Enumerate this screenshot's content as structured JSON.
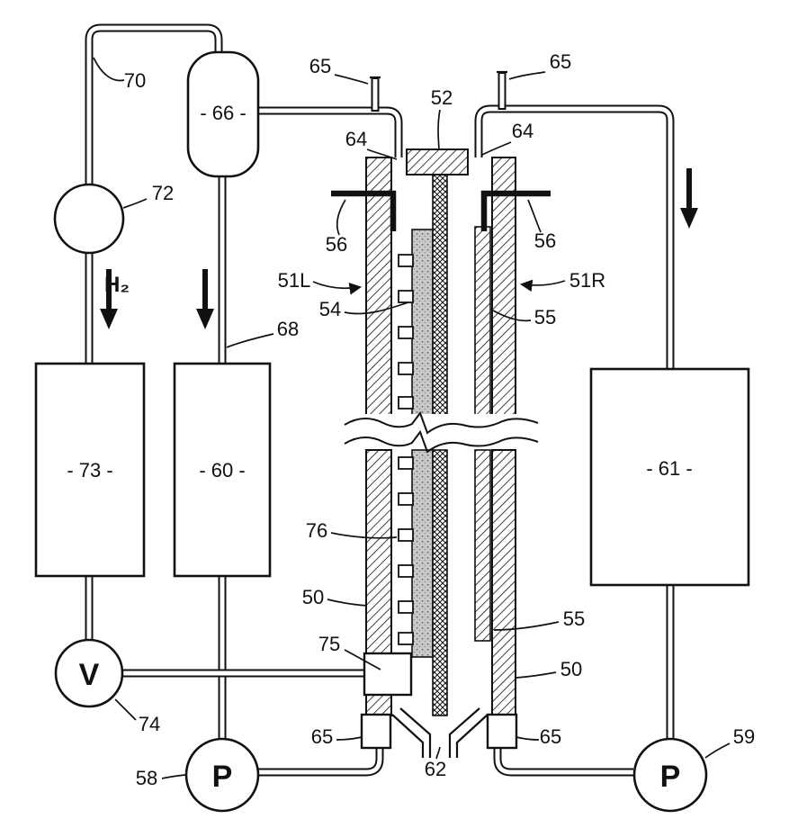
{
  "figure": {
    "kind": "patent-schematic",
    "background": "#ffffff",
    "line_color": "#111111",
    "electrode_fill": "#c9c9c9"
  },
  "diagram": {
    "labels": {
      "n70": "70",
      "n66": "- 66 -",
      "n65_tl": "65",
      "n65_tr": "65",
      "n52": "52",
      "n64_l": "64",
      "n64_r": "64",
      "n72": "72",
      "n56_l": "56",
      "n56_r": "56",
      "n51L": "51L",
      "n51R": "51R",
      "n54": "54",
      "n55_u": "55",
      "n68": "68",
      "nH2": "H₂",
      "n73": "- 73 -",
      "n60": "- 60 -",
      "n61": "- 61 -",
      "n76": "76",
      "n50_l": "50",
      "n55_b": "55",
      "n75": "75",
      "n50_r": "50",
      "n74": "74",
      "nV": "V",
      "n65_bl": "65",
      "n62": "62",
      "n65_br": "65",
      "n58": "58",
      "nP58": "P",
      "n59": "59",
      "nP59": "P"
    }
  }
}
